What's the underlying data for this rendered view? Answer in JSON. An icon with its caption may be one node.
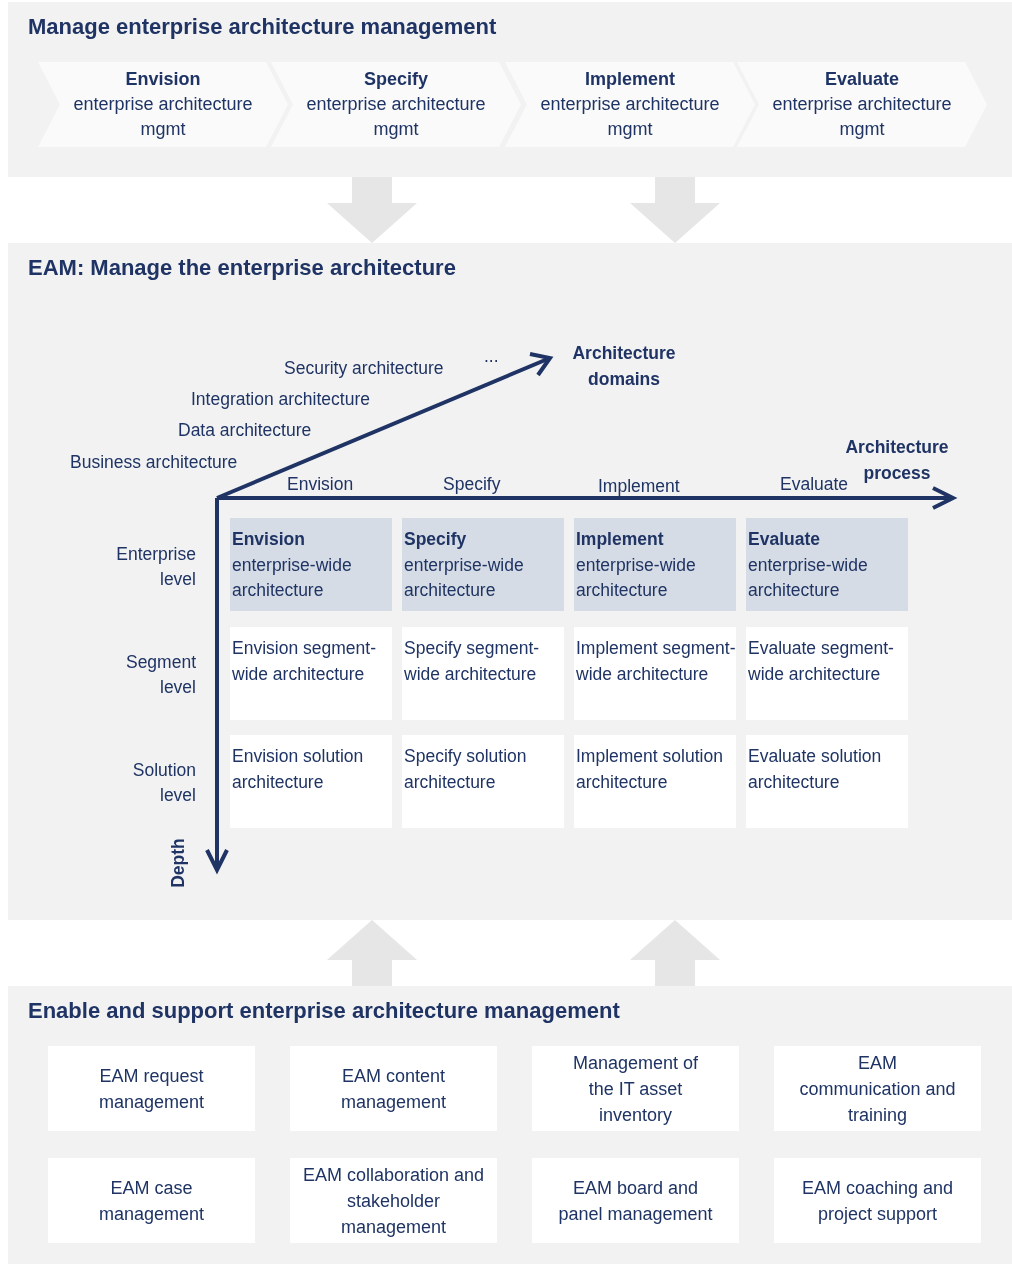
{
  "diagram": {
    "nodes": [
      {
        "text": [
          "Manage enterprise architecture management"
        ]
      },
      {
        "text": [
          "Envision",
          "enterprise architecture mgmt"
        ],
        "in": 0
      },
      {
        "text": [
          "Specify",
          "enterprise architecture mgmt"
        ],
        "in": 0
      },
      {
        "text": [
          "Implement",
          "enterprise architecture mgmt"
        ],
        "in": 0
      },
      {
        "text": [
          "Evaluate",
          "enterprise architecture mgmt"
        ],
        "in": 0
      },
      {
        "text": [
          "EAM: Manage the enterprise architecture"
        ]
      },
      {
        "text": [
          "Envision",
          "enterprise-wide architecture"
        ],
        "in": 5
      },
      {
        "text": [
          "Specify",
          "enterprise-wide architecture"
        ],
        "in": 5
      },
      {
        "text": [
          "Implement",
          "enterprise-wide architecture"
        ],
        "in": 5
      },
      {
        "text": [
          "Evaluate",
          "enterprise-wide architecture"
        ],
        "in": 5
      },
      {
        "text": [
          "Envision segment-wide architecture"
        ],
        "in": 5
      },
      {
        "text": [
          "Specify segment-wide architecture"
        ],
        "in": 5
      },
      {
        "text": [
          "Implement segment-wide architecture"
        ],
        "in": 5
      },
      {
        "text": [
          "Evaluate segment-wide architecture"
        ],
        "in": 5
      },
      {
        "text": [
          "Envision solution architecture"
        ],
        "in": 5
      },
      {
        "text": [
          "Specify solution architecture"
        ],
        "in": 5
      },
      {
        "text": [
          "Implement solution architecture"
        ],
        "in": 5
      },
      {
        "text": [
          "Evaluate solution architecture"
        ],
        "in": 5
      },
      {
        "text": [
          "Enable and support enterprise architecture management"
        ]
      },
      {
        "text": [
          "EAM request management"
        ],
        "in": 18
      },
      {
        "text": [
          "EAM content management"
        ],
        "in": 18
      },
      {
        "text": [
          "Management of the IT asset inventory"
        ],
        "in": 18
      },
      {
        "text": [
          "EAM communication and training"
        ],
        "in": 18
      },
      {
        "text": [
          "EAM case management"
        ],
        "in": 18
      },
      {
        "text": [
          "EAM collaboration and stakeholder management"
        ],
        "in": 18
      },
      {
        "text": [
          "EAM board and panel management"
        ],
        "in": 18
      },
      {
        "text": [
          "EAM coaching and project support"
        ],
        "in": 18
      }
    ],
    "edges": [
      {
        "from": 0,
        "to": 5,
        "arrow": "to"
      },
      {
        "from": 0,
        "to": 5,
        "arrow": "to"
      },
      {
        "from": 18,
        "to": 5,
        "arrow": "to"
      },
      {
        "from": 18,
        "to": 5,
        "arrow": "to"
      }
    ],
    "labels": [
      "Security architecture",
      "...",
      "Architecture domains",
      "Integration architecture",
      "Data architecture",
      "Architecture process",
      "Business architecture",
      "Envision",
      "Specify",
      "Implement",
      "Evaluate",
      "Enterprise level",
      "Segment level",
      "Solution level",
      "Depth"
    ]
  }
}
